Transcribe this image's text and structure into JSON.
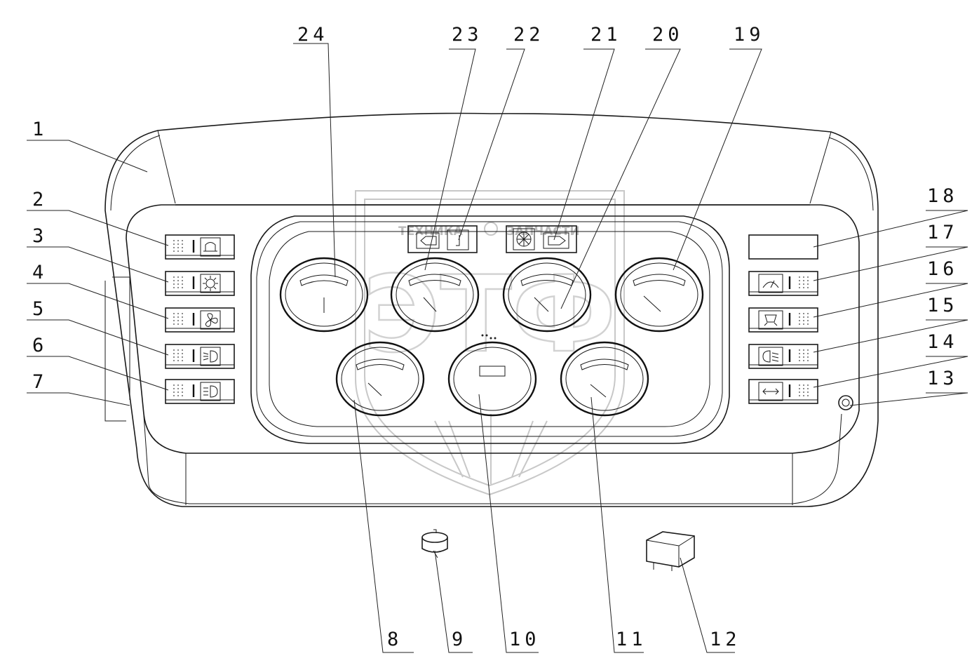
{
  "watermark": {
    "left_word": "ТЕХНИКА",
    "right_word": "ЗАПЧАСТИ",
    "logo_letters": "ЭТФ"
  },
  "callouts": [
    "1",
    "2",
    "3",
    "4",
    "5",
    "6",
    "7",
    "8",
    "9",
    "10",
    "11",
    "12",
    "13",
    "14",
    "15",
    "16",
    "17",
    "18",
    "19",
    "20",
    "21",
    "22",
    "23",
    "24"
  ],
  "icons": {
    "left_switches": [
      "beacon-icon",
      "work-light-icon",
      "fan-icon",
      "fog-light-icon",
      "headlight-icon"
    ],
    "right_switches": [
      "gauge-icon",
      "cab-light-icon",
      "low-beam-icon",
      "horn-icon"
    ],
    "indicators": [
      "turn-left-icon",
      "signal-icon",
      "grid-icon",
      "turn-right-icon"
    ]
  }
}
